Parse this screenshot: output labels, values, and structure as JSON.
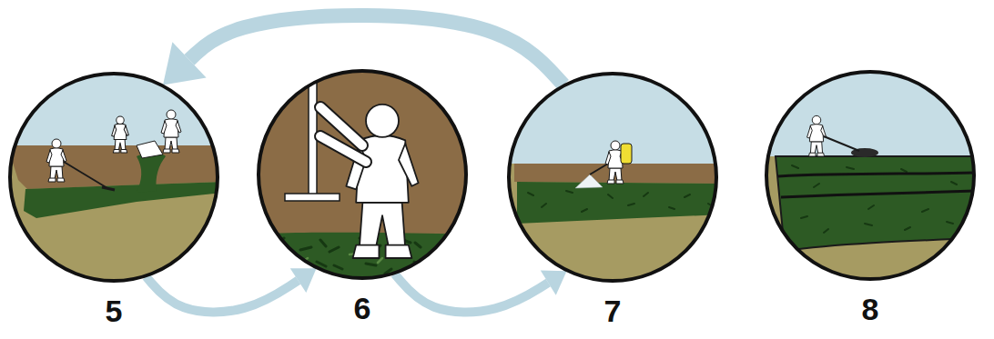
{
  "diagram": {
    "nodes": [
      {
        "text": [
          "5"
        ]
      },
      {
        "text": [
          "6"
        ]
      },
      {
        "text": [
          "7"
        ]
      },
      {
        "text": [
          "8"
        ]
      }
    ],
    "edges": [
      {
        "from": 0,
        "to": 1,
        "arrow": "to"
      },
      {
        "from": 1,
        "to": 2,
        "arrow": "to"
      },
      {
        "from": 2,
        "to": 0,
        "arrow": "to"
      }
    ]
  }
}
